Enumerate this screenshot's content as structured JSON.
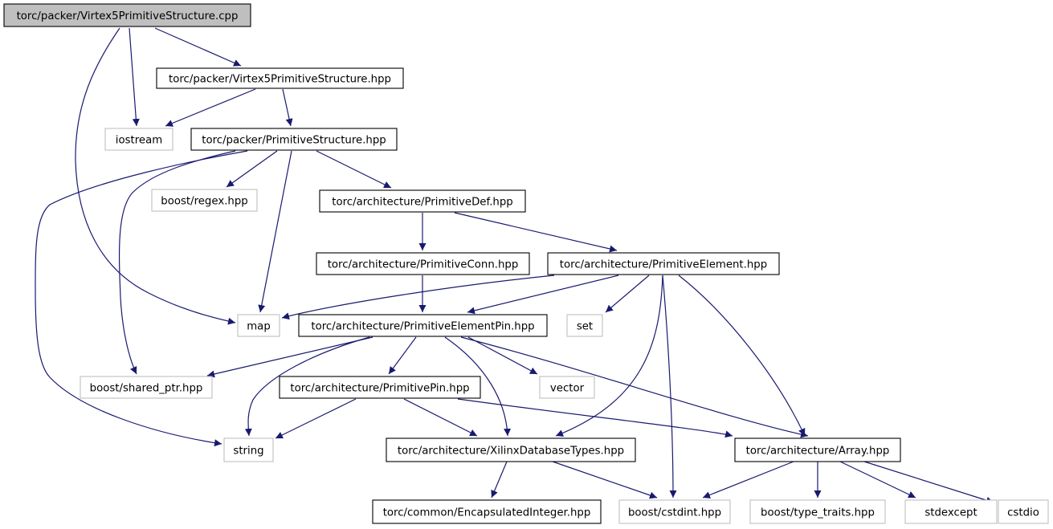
{
  "colors": {
    "edge": "#191970",
    "root_fill": "#bfbfbf",
    "project_border": "#000000",
    "system_border": "#bfbfbf",
    "background": "#ffffff"
  },
  "nodes": {
    "cpp": {
      "label": "torc/packer/Virtex5PrimitiveStructure.cpp",
      "kind": "root"
    },
    "v5hpp": {
      "label": "torc/packer/Virtex5PrimitiveStructure.hpp",
      "kind": "project"
    },
    "iostream": {
      "label": "iostream",
      "kind": "system"
    },
    "pshpp": {
      "label": "torc/packer/PrimitiveStructure.hpp",
      "kind": "project"
    },
    "regex": {
      "label": "boost/regex.hpp",
      "kind": "system"
    },
    "pdef": {
      "label": "torc/architecture/PrimitiveDef.hpp",
      "kind": "project"
    },
    "pconn": {
      "label": "torc/architecture/PrimitiveConn.hpp",
      "kind": "project"
    },
    "pelem": {
      "label": "torc/architecture/PrimitiveElement.hpp",
      "kind": "project"
    },
    "map": {
      "label": "map",
      "kind": "system"
    },
    "pepin": {
      "label": "torc/architecture/PrimitiveElementPin.hpp",
      "kind": "project"
    },
    "set": {
      "label": "set",
      "kind": "system"
    },
    "sharedptr": {
      "label": "boost/shared_ptr.hpp",
      "kind": "system"
    },
    "ppin": {
      "label": "torc/architecture/PrimitivePin.hpp",
      "kind": "project"
    },
    "vector": {
      "label": "vector",
      "kind": "system"
    },
    "string": {
      "label": "string",
      "kind": "system"
    },
    "xdb": {
      "label": "torc/architecture/XilinxDatabaseTypes.hpp",
      "kind": "project"
    },
    "array": {
      "label": "torc/architecture/Array.hpp",
      "kind": "project"
    },
    "encint": {
      "label": "torc/common/EncapsulatedInteger.hpp",
      "kind": "project"
    },
    "cstdint": {
      "label": "boost/cstdint.hpp",
      "kind": "system"
    },
    "typetraits": {
      "label": "boost/type_traits.hpp",
      "kind": "system"
    },
    "stdexcept": {
      "label": "stdexcept",
      "kind": "system"
    },
    "cstdio": {
      "label": "cstdio",
      "kind": "system"
    }
  },
  "edges": [
    [
      "cpp",
      "v5hpp"
    ],
    [
      "cpp",
      "iostream"
    ],
    [
      "cpp",
      "map"
    ],
    [
      "v5hpp",
      "iostream"
    ],
    [
      "v5hpp",
      "pshpp"
    ],
    [
      "pshpp",
      "regex"
    ],
    [
      "pshpp",
      "pdef"
    ],
    [
      "pshpp",
      "map"
    ],
    [
      "pshpp",
      "sharedptr"
    ],
    [
      "pshpp",
      "string"
    ],
    [
      "pdef",
      "pconn"
    ],
    [
      "pdef",
      "pelem"
    ],
    [
      "pconn",
      "pepin"
    ],
    [
      "pelem",
      "map"
    ],
    [
      "pelem",
      "pepin"
    ],
    [
      "pelem",
      "set"
    ],
    [
      "pelem",
      "xdb"
    ],
    [
      "pelem",
      "cstdint"
    ],
    [
      "pelem",
      "array"
    ],
    [
      "pepin",
      "sharedptr"
    ],
    [
      "pepin",
      "string"
    ],
    [
      "pepin",
      "ppin"
    ],
    [
      "pepin",
      "vector"
    ],
    [
      "pepin",
      "xdb"
    ],
    [
      "pepin",
      "array"
    ],
    [
      "ppin",
      "string"
    ],
    [
      "ppin",
      "xdb"
    ],
    [
      "ppin",
      "array"
    ],
    [
      "xdb",
      "encint"
    ],
    [
      "xdb",
      "cstdint"
    ],
    [
      "array",
      "cstdint"
    ],
    [
      "array",
      "typetraits"
    ],
    [
      "array",
      "stdexcept"
    ],
    [
      "array",
      "cstdio"
    ]
  ]
}
